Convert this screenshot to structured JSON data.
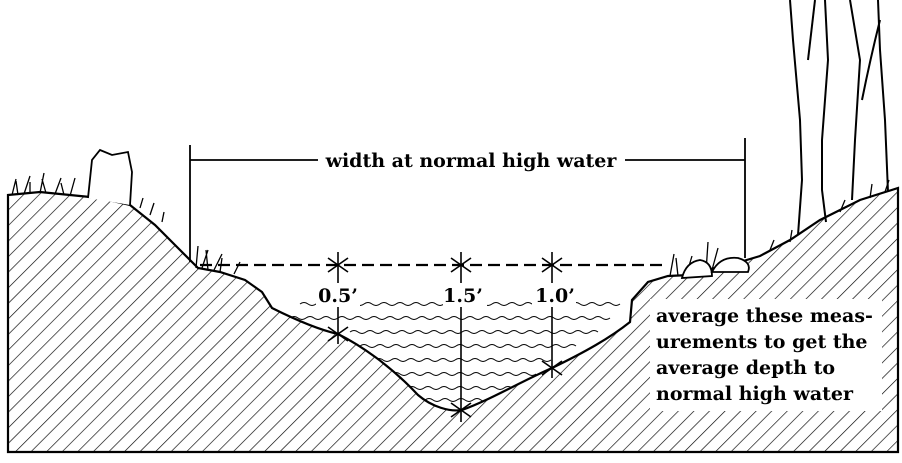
{
  "width_label": "width at normal high water",
  "depth_labels": [
    "0.5’",
    "1.5’",
    "1.0’"
  ],
  "note_lines": [
    "average these meas-",
    "urements to get the",
    "average depth to",
    "normal high water"
  ]
}
